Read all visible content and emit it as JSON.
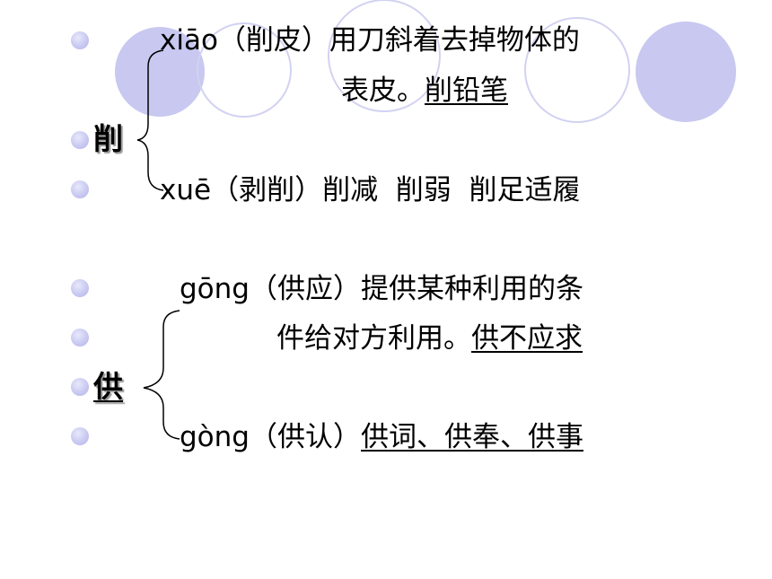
{
  "entries": [
    {
      "character": "削",
      "char_underlined": false,
      "readings": [
        {
          "pinyin": "xiāo",
          "gloss": "（削皮）用刀斜着去掉物体的",
          "gloss_cont": "表皮。",
          "example": "削铅笔"
        },
        {
          "pinyin": "xuē",
          "gloss": "（剥削）削减  削弱  削足适履"
        }
      ]
    },
    {
      "character": "供",
      "char_underlined": true,
      "readings": [
        {
          "pinyin": "gōng",
          "gloss": "（供应）提供某种利用的条",
          "gloss_cont": "件给对方利用。",
          "example": "供不应求"
        },
        {
          "pinyin": "gòng",
          "gloss": "（供认）",
          "example": "供词、供奉、供事"
        }
      ]
    }
  ],
  "colors": {
    "bullet": "#c9c9f2",
    "decor_fill": "#c8c8f0",
    "decor_stroke": "#d2d2f2",
    "text": "#000000"
  },
  "icons": {
    "bullet": "bullet-dot-icon",
    "decoration": "decorative-circles-icon",
    "brace": "left-brace-icon"
  }
}
